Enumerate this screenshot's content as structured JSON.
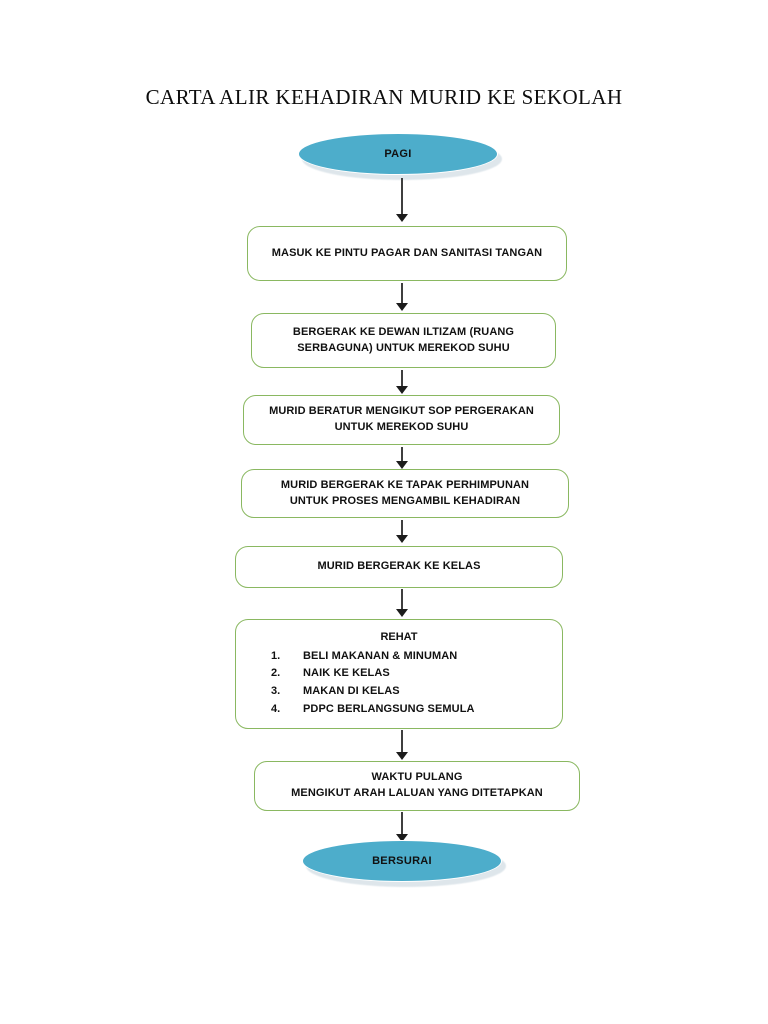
{
  "document": {
    "title": "CARTA ALIR KEHADIRAN MURID KE SEKOLAH",
    "page_background": "#ffffff"
  },
  "colors": {
    "terminator_fill": "#4dadcb",
    "terminator_shadow": "#d9e2e8",
    "process_border": "#8ab861",
    "process_fill": "#ffffff",
    "text": "#111111",
    "arrow": "#3f3f3f"
  },
  "flowchart": {
    "type": "flowchart",
    "direction": "top-to-bottom",
    "nodes": [
      {
        "id": "start",
        "shape": "terminator",
        "label": "PAGI"
      },
      {
        "id": "step1",
        "shape": "process",
        "label": "MASUK KE PINTU PAGAR DAN SANITASI TANGAN"
      },
      {
        "id": "step2",
        "shape": "process",
        "label": "BERGERAK KE DEWAN ILTIZAM (RUANG\nSERBAGUNA) UNTUK MEREKOD SUHU"
      },
      {
        "id": "step3",
        "shape": "process",
        "label": "MURID BERATUR MENGIKUT SOP PERGERAKAN\nUNTUK MEREKOD SUHU"
      },
      {
        "id": "step4",
        "shape": "process",
        "label": "MURID BERGERAK KE TAPAK PERHIMPUNAN\nUNTUK PROSES MENGAMBIL KEHADIRAN"
      },
      {
        "id": "step5",
        "shape": "process",
        "label": "MURID BERGERAK KE KELAS"
      },
      {
        "id": "rehat",
        "shape": "process",
        "heading": "REHAT",
        "items": [
          {
            "number": "1.",
            "label": "BELI MAKANAN & MINUMAN"
          },
          {
            "number": "2.",
            "label": "NAIK KE KELAS"
          },
          {
            "number": "3.",
            "label": "MAKAN DI KELAS"
          },
          {
            "number": "4.",
            "label": "PDPC BERLANGSUNG SEMULA"
          }
        ]
      },
      {
        "id": "step7",
        "shape": "process",
        "label": "WAKTU PULANG\nMENGIKUT ARAH LALUAN YANG DITETAPKAN"
      },
      {
        "id": "end",
        "shape": "terminator",
        "label": "BERSURAI"
      }
    ],
    "edges": [
      {
        "from": "start",
        "to": "step1"
      },
      {
        "from": "step1",
        "to": "step2"
      },
      {
        "from": "step2",
        "to": "step3"
      },
      {
        "from": "step3",
        "to": "step4"
      },
      {
        "from": "step4",
        "to": "step5"
      },
      {
        "from": "step5",
        "to": "rehat"
      },
      {
        "from": "rehat",
        "to": "step7"
      },
      {
        "from": "step7",
        "to": "end"
      }
    ]
  }
}
